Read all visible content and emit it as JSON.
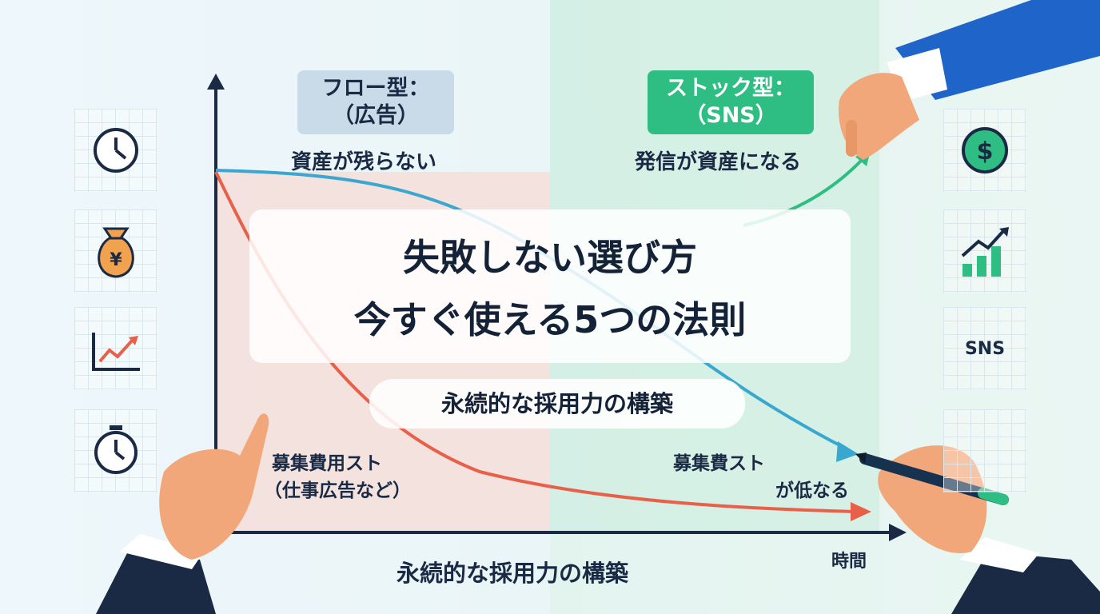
{
  "tags": {
    "flow": "フロー型：\n（広告）",
    "stock": "ストック型：\n（SNS）"
  },
  "captions": {
    "flow_note": "資産が残らない",
    "stock_note": "発信が資産になる",
    "cost_flow_line1": "募集費用スト",
    "cost_flow_line2": "（仕事広告など）",
    "cost_stock_line1": "募集費スト",
    "cost_stock_line2": "が低なる",
    "x_axis_label": "時間",
    "bottom_caption": "永続的な採用力の構築"
  },
  "title": {
    "line1": "失敗しない選び方",
    "line2": "今すぐ使える5つの法則"
  },
  "subtitle": "永続的な採用力の構築",
  "right_icons": {
    "sns_label": "SNS"
  },
  "colors": {
    "navy": "#1a2a44",
    "flow_curve": "#e8604a",
    "stock_curve": "#3aa7d0",
    "stock_green": "#2ebd83",
    "money_bag": "#f0a24e"
  },
  "icons": [
    "clock-icon",
    "yen-money-bag-icon",
    "trend-chart-icon",
    "stopwatch-icon",
    "dollar-coin-icon",
    "growth-bars-icon",
    "hand-pointing-icon",
    "hand-holding-pen-icon"
  ]
}
